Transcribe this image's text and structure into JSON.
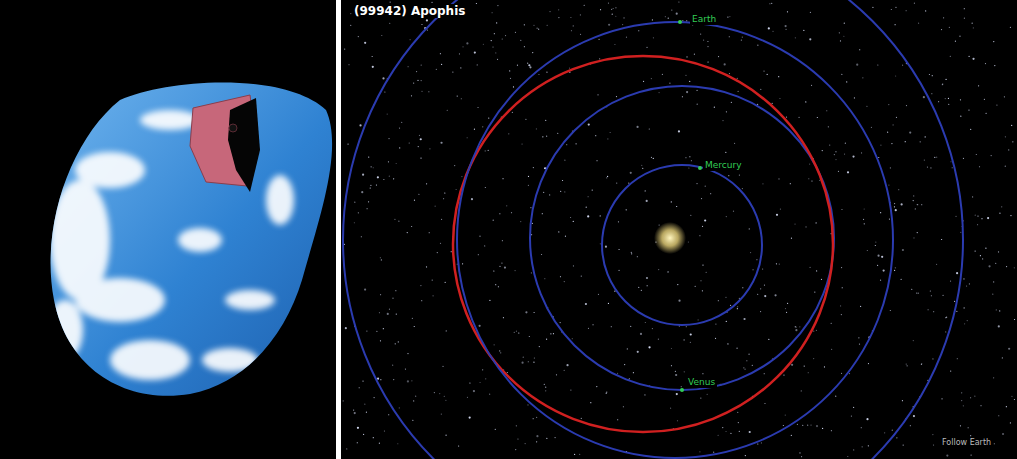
{
  "diagram": {
    "title": "(99942) Apophis",
    "labels": [
      "Earth",
      "Mercury",
      "Venus",
      "Follow Earth"
    ]
  }
}
